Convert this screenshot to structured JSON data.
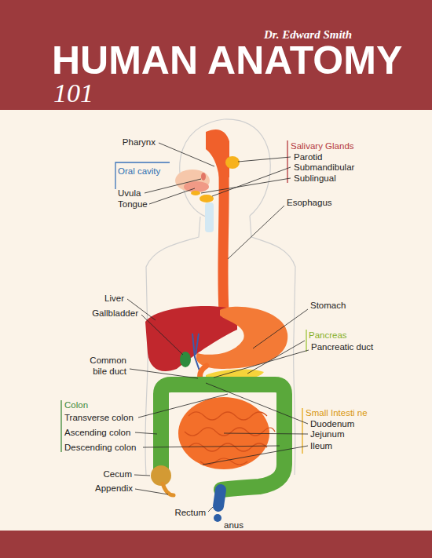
{
  "diagram": {
    "title": "HUMAN ANATOMY",
    "labels": [
      "Dr. Edward Smith",
      "101",
      "Pharynx",
      "Salivary Glands",
      "Parotid",
      "Oral cavity",
      "Submandibular",
      "Sublingual",
      "Uvula",
      "Tongue",
      "Esophagus",
      "Liver",
      "Gallbladder",
      "Stomach",
      "Pancreas",
      "Pancreatic duct",
      "Common bile duct",
      "Colon",
      "Transverse colon",
      "Ascending colon",
      "Descending colon",
      "Small Intesti ne",
      "Duodenum",
      "Jejunum",
      "Ileum",
      "Cecum",
      "Appendix",
      "Rectum",
      "anus"
    ]
  }
}
